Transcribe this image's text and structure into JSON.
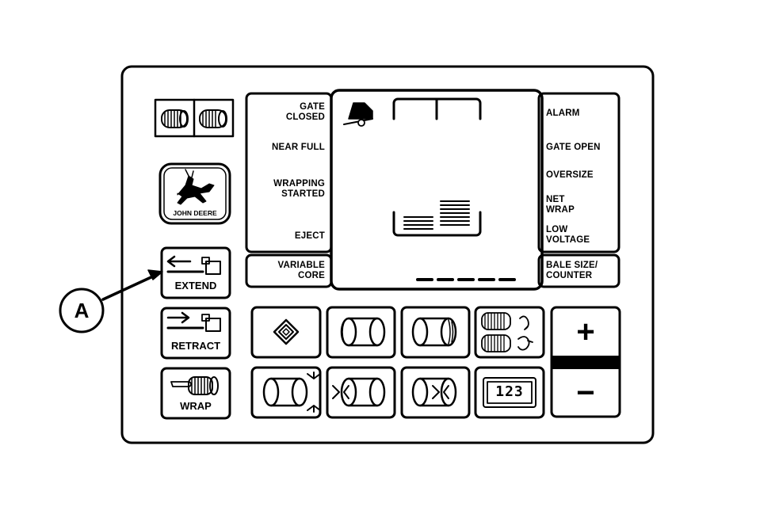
{
  "panel": {
    "left_labels": [
      {
        "id": "gate-closed-label",
        "lines": [
          "GATE",
          "CLOSED"
        ]
      },
      {
        "id": "near-full-label",
        "lines": [
          "NEAR FULL"
        ]
      },
      {
        "id": "wrapping-started-label",
        "lines": [
          "WRAPPING",
          "STARTED"
        ]
      },
      {
        "id": "eject-label",
        "lines": [
          "EJECT"
        ]
      }
    ],
    "right_labels": [
      {
        "id": "alarm-label",
        "lines": [
          "ALARM"
        ]
      },
      {
        "id": "gate-open-label",
        "lines": [
          "GATE OPEN"
        ]
      },
      {
        "id": "oversize-label",
        "lines": [
          "OVERSIZE"
        ]
      },
      {
        "id": "net-wrap-label",
        "lines": [
          "NET",
          "WRAP"
        ]
      },
      {
        "id": "low-voltage-label",
        "lines": [
          "LOW",
          "VOLTAGE"
        ]
      }
    ],
    "bottom_left_label": [
      "VARIABLE",
      "CORE"
    ],
    "bottom_right_label": [
      "BALE SIZE/",
      "COUNTER"
    ],
    "brand_text": "JOHN DEERE",
    "buttons": {
      "extend": "EXTEND",
      "retract": "RETRACT",
      "wrap": "WRAP",
      "plus": "+",
      "minus": "−",
      "counter_digits": "123"
    },
    "callout": "A"
  },
  "icons": [
    "bale-pair-icon",
    "deere-leaping-icon",
    "baler-icon",
    "extend-actuator-icon",
    "retract-actuator-icon",
    "wrap-bale-icon",
    "diamond-menu-icon",
    "bale-roll-icon",
    "bale-size-adjust-icon",
    "bale-counter-icon",
    "wrap-twine-icon"
  ]
}
